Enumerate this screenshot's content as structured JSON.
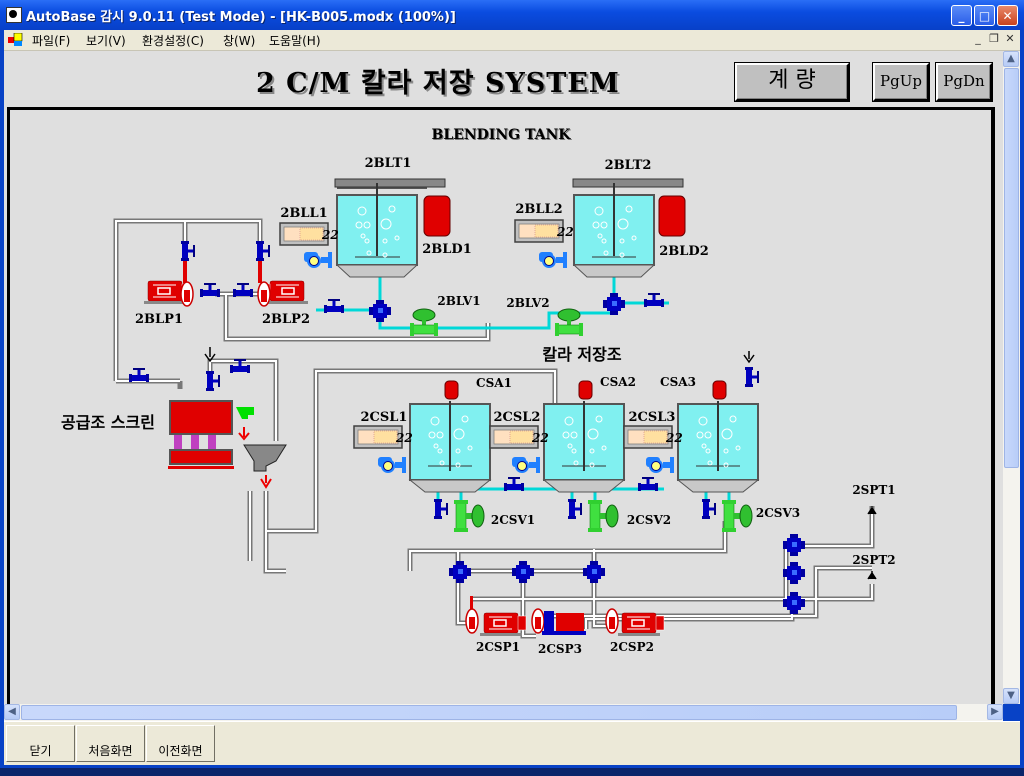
{
  "window": {
    "title": "AutoBase 감시 9.0.11 (Test Mode) - [HK-B005.modx (100%)]",
    "minimize": "_",
    "maximize": "□",
    "close": "✕"
  },
  "menu": {
    "items": [
      {
        "label": "파일(F)"
      },
      {
        "label": "보기(V)"
      },
      {
        "label": "환경설정(C)"
      },
      {
        "label": "창(W)"
      },
      {
        "label": "도움말(H)"
      }
    ],
    "mdi_minimize": "_",
    "mdi_restore": "❐",
    "mdi_close": "✕"
  },
  "header": {
    "title": "2 C/M 칼라 저장 SYSTEM",
    "measure_button": "계 량",
    "pgup_button": "PgUp",
    "pgdn_button": "PgDn"
  },
  "diagram": {
    "blending_title": "BLENDING TANK",
    "storage_title": "칼라 저장조",
    "screen_title": "공급조 스크린",
    "tanks": [
      {
        "label": "2BLT1",
        "level_label": "2BLL1",
        "level_value": "22",
        "motor_label": "2BLD1"
      },
      {
        "label": "2BLT2",
        "level_label": "2BLL2",
        "level_value": "22",
        "motor_label": "2BLD2"
      }
    ],
    "blend_pumps": [
      "2BLP1",
      "2BLP2"
    ],
    "blend_valves": [
      "2BLV1",
      "2BLV2"
    ],
    "storage_tanks": [
      {
        "agitator": "CSA1",
        "level_label": "2CSL1",
        "level_value": "22",
        "valve": "2CSV1"
      },
      {
        "agitator": "CSA2",
        "level_label": "2CSL2",
        "level_value": "22",
        "valve": "2CSV2"
      },
      {
        "agitator": "CSA3",
        "level_label": "2CSL3",
        "level_value": "22",
        "valve": "2CSV3"
      }
    ],
    "storage_pumps": [
      "2CSP1",
      "2CSP3",
      "2CSP2"
    ],
    "outlets": [
      "2SPT1",
      "2SPT2"
    ]
  },
  "colors": {
    "tank_fluid": "#80f0f0",
    "motor": "#e00000",
    "valve_blue": "#0000c0",
    "valve_green": "#40e040",
    "pipe_cyan": "#00e0e0",
    "level_bg": "#ffe0c0"
  },
  "bottom": {
    "close_button": "닫기",
    "home_button": "처음화면",
    "prev_button": "이전화면"
  }
}
